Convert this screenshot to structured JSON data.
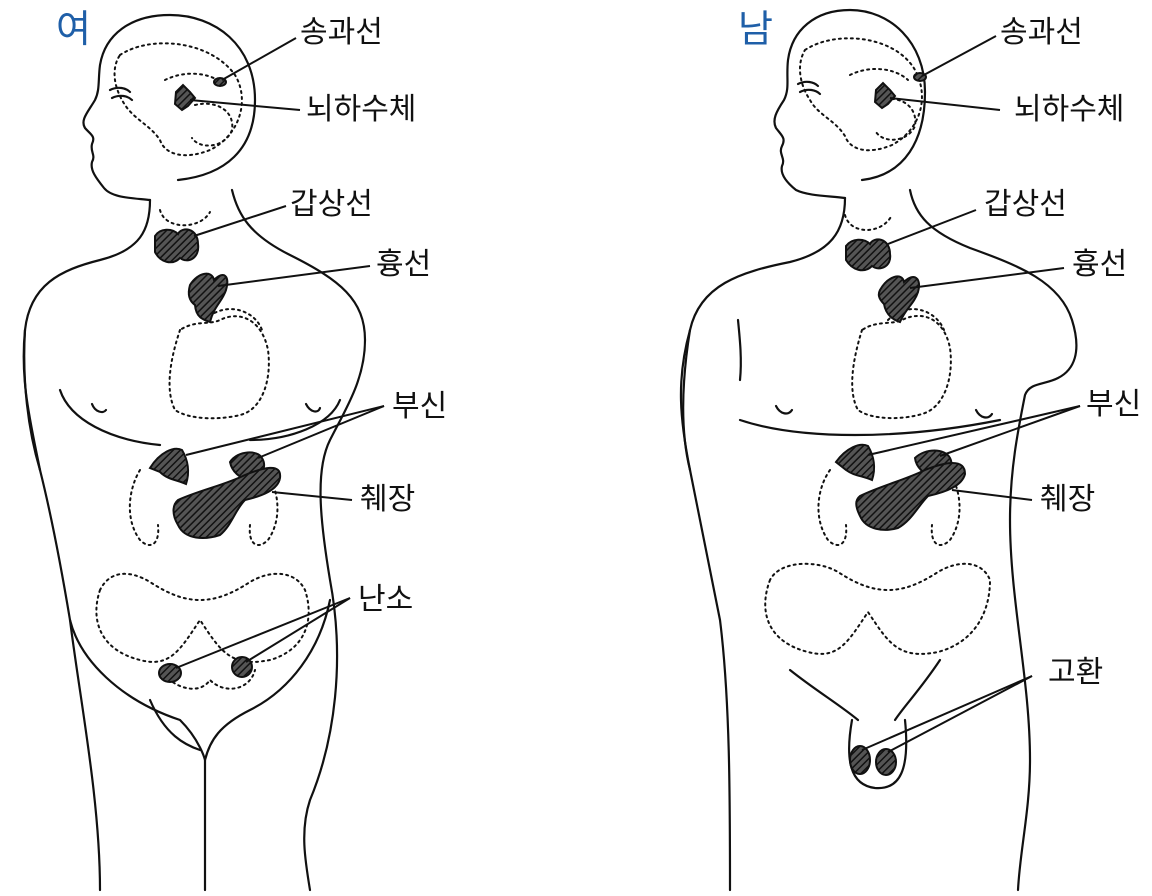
{
  "female": {
    "title": "여",
    "labels": {
      "pineal": "송과선",
      "pituitary": "뇌하수체",
      "thyroid": "갑상선",
      "thymus": "흉선",
      "adrenal": "부신",
      "pancreas": "췌장",
      "ovary": "난소"
    }
  },
  "male": {
    "title": "남",
    "labels": {
      "pineal": "송과선",
      "pituitary": "뇌하수체",
      "thyroid": "갑상선",
      "thymus": "흉선",
      "adrenal": "부신",
      "pancreas": "췌장",
      "testis": "고환"
    }
  },
  "colors": {
    "title": "#1f5fa8",
    "line": "#111111",
    "gland_fill": "#3a3a3a"
  }
}
